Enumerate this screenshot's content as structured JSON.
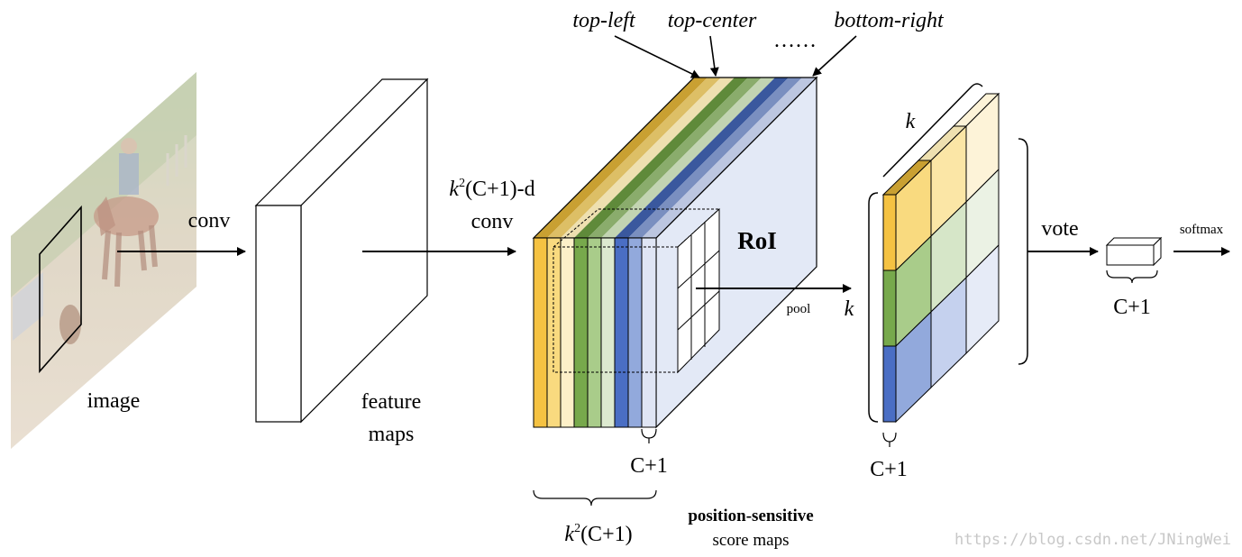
{
  "labels": {
    "image": "image",
    "conv": "conv",
    "feature_maps_line1": "feature",
    "feature_maps_line2": "maps",
    "psconv_k": "k",
    "psconv_sup": "2",
    "psconv_rest": "(C+1)-d",
    "psconv_line2": "conv",
    "top_left": "top-left",
    "top_center": "top-center",
    "ellipsis": "……",
    "bottom_right": "bottom-right",
    "roi": "RoI",
    "pool": "pool",
    "c_plus_1_maps": "C+1",
    "k2_k": "k",
    "k2_sup": "2",
    "k2_rest": "(C+1)",
    "ps_title": "position-sensitive",
    "ps_subtitle": "score maps",
    "k_top": "k",
    "k_side": "k",
    "c_plus_1_pooled": "C+1",
    "vote": "vote",
    "softmax": "softmax",
    "c_plus_1_out": "C+1",
    "watermark": "https://blog.csdn.net/JNingWei"
  },
  "colors": {
    "yellow_dark": "#f5c242",
    "yellow_mid": "#f9da7f",
    "yellow_light": "#fdf0c8",
    "green_dark": "#77a94c",
    "green_mid": "#a9cc8a",
    "green_light": "#dce9cf",
    "blue_dark": "#4a6ec4",
    "blue_mid": "#92a9dc",
    "blue_light": "#dfe5f4",
    "block_face": "#e3e9f6",
    "watermark": "#c8c8c8"
  }
}
